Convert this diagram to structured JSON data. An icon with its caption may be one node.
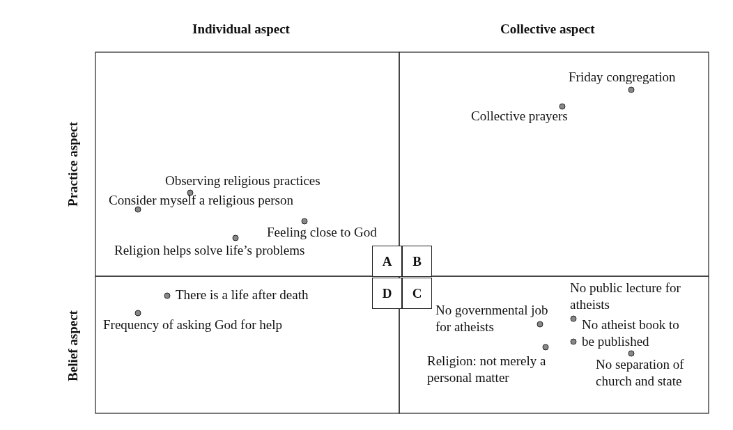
{
  "diagram": {
    "nodes": [
      {
        "text": [
          "A"
        ]
      },
      {
        "text": [
          "B"
        ]
      },
      {
        "text": [
          "D"
        ]
      },
      {
        "text": [
          "C"
        ]
      }
    ],
    "edges": [],
    "labels": [
      "Individual aspect",
      "Collective aspect",
      "Friday congregation",
      "Collective prayers",
      "Practice aspect",
      "Observing religious practices",
      "Consider myself a religious person",
      "Feeling close to God",
      "Religion helps solve life’s problems",
      "No public lecture for atheists",
      "There is a life after death",
      "No governmental job for atheists",
      "No atheist book to be published",
      "Frequency of asking God for help",
      "Belief aspect",
      "Religion: not merely a personal matter",
      "No separation of church and state"
    ]
  }
}
